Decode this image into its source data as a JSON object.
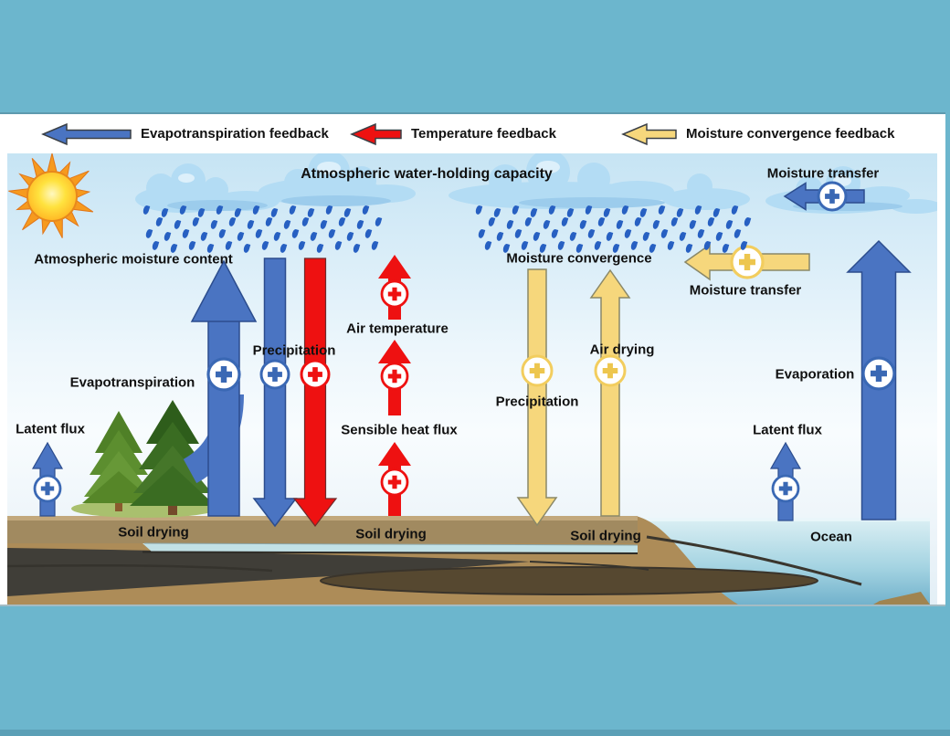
{
  "legend": {
    "items": [
      {
        "id": "evapotranspiration-feedback",
        "label": "Evapotranspiration feedback",
        "color": "#4a74c2"
      },
      {
        "id": "temperature-feedback",
        "label": "Temperature feedback",
        "color": "#ee1111"
      },
      {
        "id": "moisture-convergence-feedback",
        "label": "Moisture convergence feedback",
        "color": "#f6d77c"
      }
    ]
  },
  "diagram": {
    "labels": {
      "atmospheric_water_holding_capacity": "Atmospheric water-holding capacity",
      "moisture_transfer_top": "Moisture transfer",
      "atmospheric_moisture_content": "Atmospheric moisture content",
      "moisture_convergence": "Moisture convergence",
      "moisture_transfer_right": "Moisture transfer",
      "air_temperature": "Air temperature",
      "precipitation_left": "Precipitation",
      "evapotranspiration": "Evapotranspiration",
      "evaporation": "Evaporation",
      "air_drying": "Air drying",
      "precipitation_center": "Precipitation",
      "latent_flux_left": "Latent flux",
      "sensible_heat_flux": "Sensible heat flux",
      "latent_flux_right": "Latent flux",
      "soil_drying_left": "Soil drying",
      "soil_drying_center": "Soil drying",
      "soil_drying_right": "Soil drying",
      "ocean": "Ocean"
    },
    "icons": {
      "plus": "+"
    }
  },
  "colors": {
    "frame_teal": "#6cb6cd",
    "arrow_blue": "#4a74c2",
    "arrow_red": "#ee1111",
    "arrow_yellow": "#f6d77c",
    "soil_brown": "#ad8c58",
    "sky_top": "#c6e4f4",
    "ocean_blue": "#8fc8dc",
    "rain_blue": "#2760c2"
  }
}
